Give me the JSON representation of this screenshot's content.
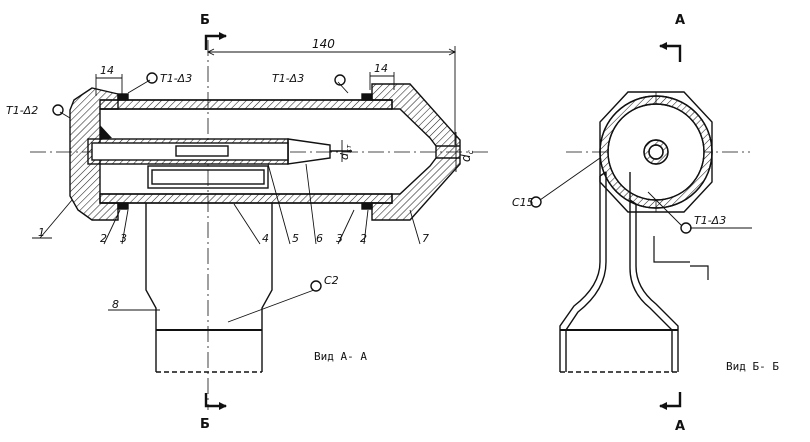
{
  "sections": {
    "a_top": "А",
    "a_bottom": "А",
    "b_top": "Б",
    "b_bottom": "Б"
  },
  "dimensions": {
    "overall": "140",
    "left_step": "14",
    "right_step": "14",
    "d_nozzle": "d",
    "d_nozzle_sub": "c",
    "d_tip": "d",
    "d_tip_sub": "кт"
  },
  "welds": {
    "left_top": "Т1-Δ3",
    "right_top": "Т1-Δ3",
    "left_cap": "Т1-Δ2",
    "section_pipe": "Т1-Δ3",
    "stand_joint": "С2",
    "section_joint": "С15"
  },
  "positions": [
    "1",
    "2",
    "3",
    "4",
    "5",
    "6",
    "3",
    "2",
    "7",
    "8"
  ],
  "views": {
    "view_aa": "Вид  А- А",
    "view_bb": "Вид  Б- Б"
  },
  "colors": {
    "line": "#111111",
    "hatch": "#222222",
    "paper": "#ffffff"
  }
}
